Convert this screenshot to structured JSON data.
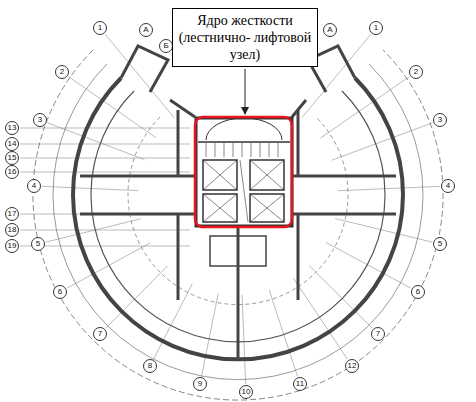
{
  "diagram": {
    "nodes": [
      {
        "text": [
          "Ядро жесткости (лестнично- лифтовой узел)"
        ]
      }
    ],
    "labels": [
      "1",
      "2",
      "3",
      "4",
      "5",
      "6",
      "7",
      "8",
      "9",
      "10",
      "11",
      "12",
      "1",
      "2",
      "3",
      "4",
      "5",
      "6",
      "7",
      "А",
      "Б",
      "А",
      "Б",
      "13",
      "14",
      "15",
      "16",
      "17",
      "18",
      "19"
    ]
  }
}
